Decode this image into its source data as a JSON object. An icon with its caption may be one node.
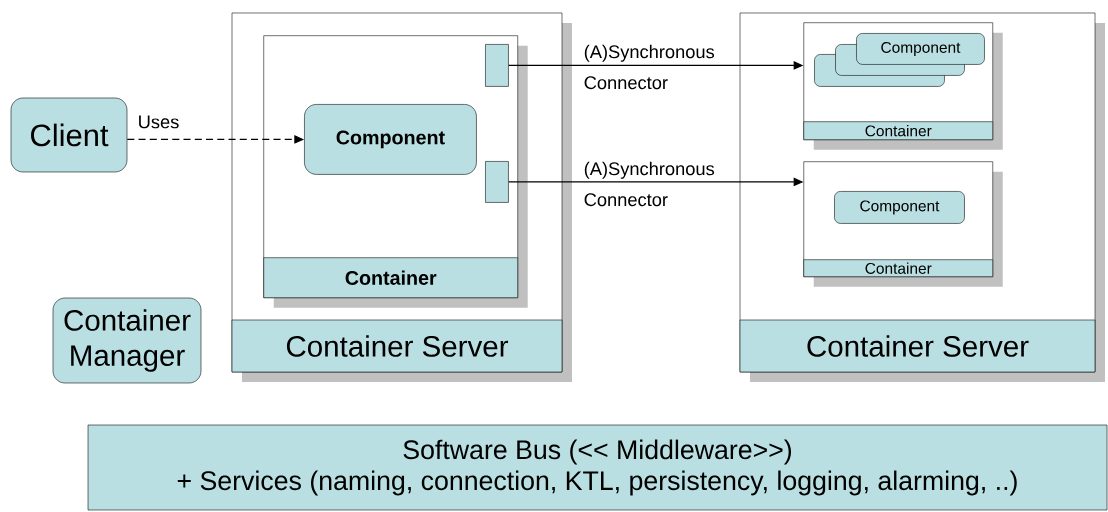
{
  "diagram": {
    "nodes": [
      {
        "text": [
          "Client"
        ]
      },
      {
        "text": [
          "Container Server"
        ]
      },
      {
        "text": [
          "Container"
        ],
        "in": 1
      },
      {
        "text": [
          "Component"
        ],
        "in": 2
      },
      {
        "text": [],
        "shape": "box",
        "in": 2
      },
      {
        "text": [],
        "shape": "box",
        "in": 2
      },
      {
        "text": [
          "Container Manager"
        ]
      },
      {
        "text": [
          "Container Server"
        ]
      },
      {
        "text": [
          "Container"
        ],
        "in": 7
      },
      {
        "text": [],
        "shape": "box",
        "in": 8
      },
      {
        "text": [],
        "shape": "box",
        "in": 8
      },
      {
        "text": [
          "Component"
        ],
        "in": 8
      },
      {
        "text": [
          "Container"
        ],
        "in": 7
      },
      {
        "text": [
          "Component"
        ],
        "in": 12
      },
      {
        "text": [
          "Software Bus (<< Middleware>>)",
          "+ Services (naming, connection, KTL, persistency, logging, alarming, ..)"
        ]
      }
    ],
    "edges": [
      {
        "from": 0,
        "to": 3,
        "arrow": "to",
        "label": "Uses",
        "style": "dashed"
      },
      {
        "from": 4,
        "to": 8,
        "arrow": "to",
        "label": "(A)Synchronous Connector"
      },
      {
        "from": 5,
        "to": 12,
        "arrow": "to",
        "label": "(A)Synchronous Connector"
      }
    ]
  }
}
